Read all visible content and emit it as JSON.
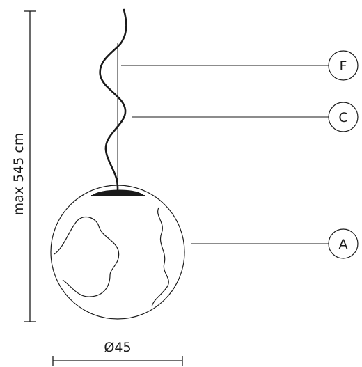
{
  "dimensions": {
    "height_label": "max 545 cm",
    "diameter_label": "Ø45"
  },
  "callouts": [
    {
      "letter": "F",
      "part": "cable"
    },
    {
      "letter": "C",
      "part": "power-cord"
    },
    {
      "letter": "A",
      "part": "glass-globe"
    }
  ],
  "colors": {
    "stroke": "#1a1a1a",
    "background": "#ffffff"
  }
}
